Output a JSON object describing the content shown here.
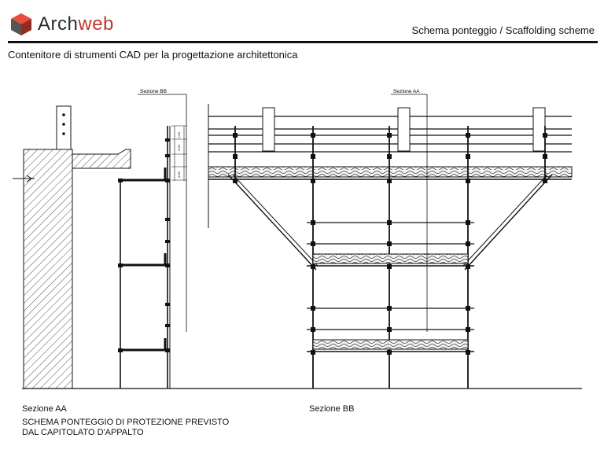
{
  "brand": {
    "name_part1": "Arch",
    "name_part2": "web",
    "accent": "#c0392b"
  },
  "header": {
    "title": "Schema ponteggio  /  Scaffolding scheme"
  },
  "subtitle": "Contenitore di strumenti CAD per la progettazione architettonica",
  "drawing": {
    "section_bb_tag": "Sezione BB",
    "section_aa_tag": "Sezione AA",
    "dim_texts": [
      "1,00",
      "0,50",
      "0,50"
    ]
  },
  "captions": {
    "left": "Sezione AA",
    "right": "Sezione BB",
    "note_line1": "SCHEMA PONTEGGIO DI PROTEZIONE PREVISTO",
    "note_line2": "DAL CAPITOLATO D'APPALTO"
  }
}
